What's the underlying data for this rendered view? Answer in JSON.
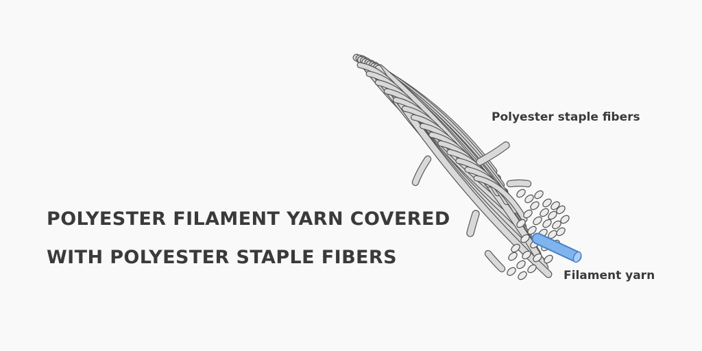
{
  "headline": {
    "line1": "POLYESTER FILAMENT YARN COVERED",
    "line2": "WITH POLYESTER STAPLE FIBERS"
  },
  "labels": {
    "staple_fibers": "Polyester staple fibers",
    "filament_yarn": "Filament yarn"
  },
  "colors": {
    "background": "#f9f9f9",
    "text": "#3a3a3a",
    "fiber_fill": "#d9d9d9",
    "fiber_stroke": "#555555",
    "filament": "#7fb4ee"
  }
}
